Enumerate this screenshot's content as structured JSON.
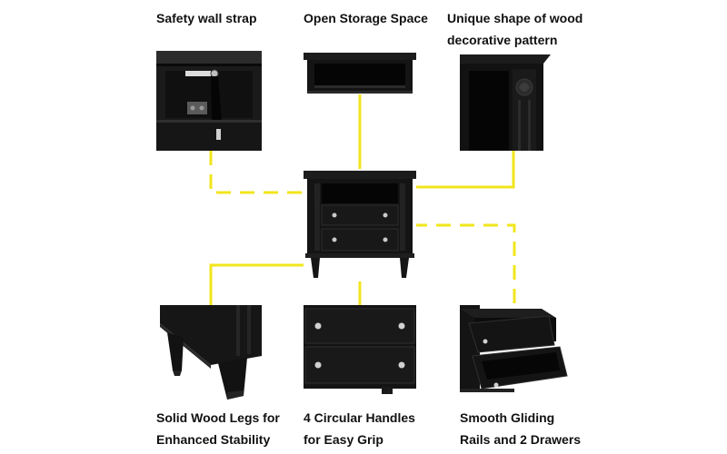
{
  "callouts": {
    "safety_strap": {
      "lines": [
        "Safety wall strap"
      ]
    },
    "open_storage": {
      "lines": [
        "Open Storage Space"
      ]
    },
    "wood_pattern": {
      "lines": [
        "Unique shape of wood",
        "decorative pattern"
      ]
    },
    "solid_legs": {
      "lines": [
        "Solid Wood Legs for",
        "Enhanced Stability"
      ]
    },
    "handles": {
      "lines": [
        "4 Circular Handles",
        "for Easy Grip"
      ]
    },
    "drawers": {
      "lines": [
        "Smooth Gliding",
        "Rails and 2 Drawers"
      ]
    }
  },
  "colors": {
    "connector": "#f2e61c",
    "furniture": "#141414",
    "furniture_edge": "#2a2a2a",
    "handle": "#c9c9c9"
  }
}
